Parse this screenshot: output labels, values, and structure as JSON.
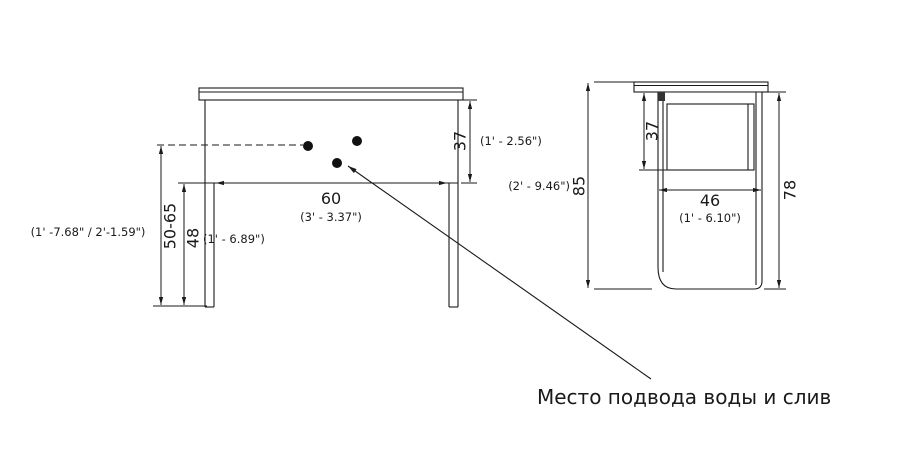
{
  "drawing": {
    "front": {
      "dim37": {
        "cm": "37",
        "ft": "(1' - 2.56\")"
      },
      "dim60": {
        "cm": "60",
        "ft": "(3' - 3.37\")"
      },
      "dim5065": {
        "cm": "50-65",
        "ft": "(1' -7.68\" / 2'-1.59\")"
      },
      "dim48": {
        "cm": "48",
        "ft": "(1' - 6.89\")"
      },
      "dim85": {
        "cm": "85",
        "ft": "(2' - 9.46\")"
      }
    },
    "side": {
      "dim37": {
        "cm": "37"
      },
      "dim46": {
        "cm": "46",
        "ft": "(1' - 6.10\")"
      },
      "dim78": {
        "cm": "78"
      }
    },
    "annotation": "Место подвода воды и слив",
    "colors": {
      "line": "#1a1a1a"
    }
  }
}
